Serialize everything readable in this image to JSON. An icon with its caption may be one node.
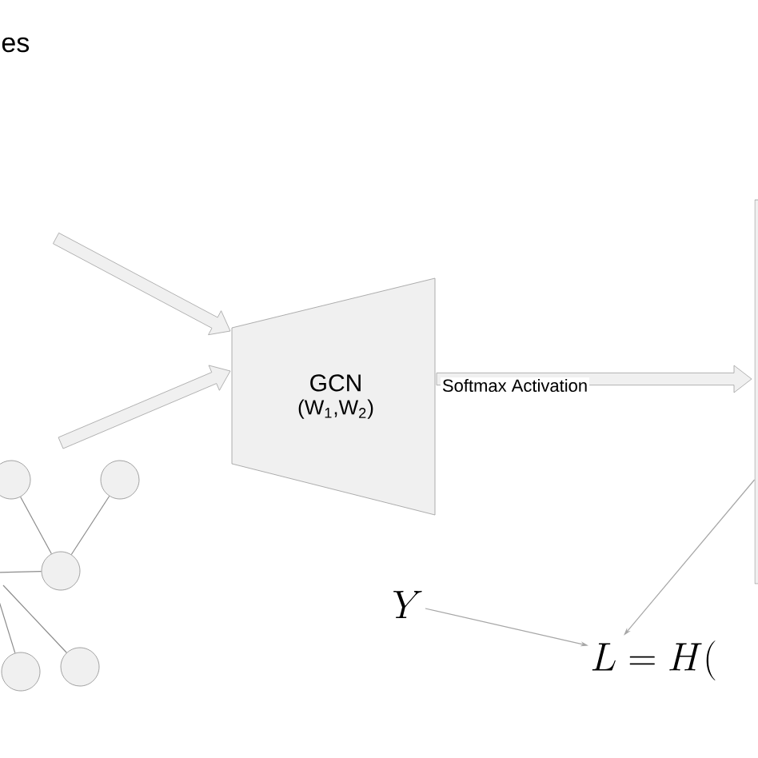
{
  "diagram": {
    "nodes": [
      {
        "text": [
          "GCN",
          "(W$_{1}$,W$_{2}$)"
        ]
      },
      {
        "text": [],
        "shape": "box"
      },
      {
        "text": [],
        "shape": "circle"
      },
      {
        "text": [],
        "shape": "circle"
      },
      {
        "text": [],
        "shape": "circle"
      },
      {
        "text": [],
        "shape": "circle"
      },
      {
        "text": [],
        "shape": "circle"
      },
      {
        "text": [
          "Y"
        ]
      },
      {
        "text": [
          "L = H("
        ]
      }
    ],
    "edges": [
      {
        "from": null,
        "to": 0,
        "arrow": "to"
      },
      {
        "from": null,
        "to": 0,
        "arrow": "to"
      },
      {
        "from": 0,
        "to": 1,
        "arrow": "to",
        "label": "Softmax Activation"
      },
      {
        "from": 1,
        "to": 8,
        "arrow": "to"
      },
      {
        "from": 7,
        "to": 8,
        "arrow": "to"
      },
      {
        "from": 2,
        "to": 4,
        "arrow": "none"
      },
      {
        "from": 3,
        "to": 4,
        "arrow": "none"
      },
      {
        "from": null,
        "to": 4,
        "arrow": "none"
      },
      {
        "from": null,
        "to": 5,
        "arrow": "none"
      },
      {
        "from": null,
        "to": 6,
        "arrow": "none"
      }
    ],
    "labels": [
      "es"
    ]
  }
}
